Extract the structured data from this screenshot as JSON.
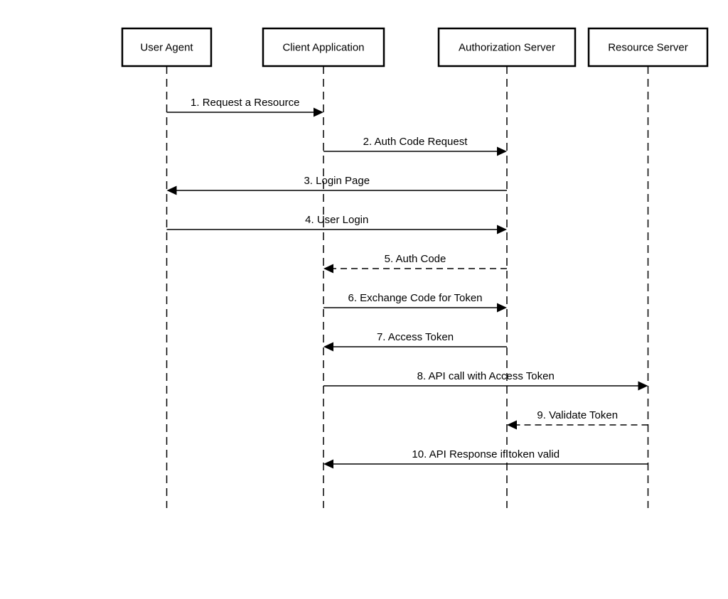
{
  "actors": [
    {
      "id": "user-agent",
      "label": "User Agent"
    },
    {
      "id": "client-application",
      "label": "Client Application"
    },
    {
      "id": "authorization-server",
      "label": "Authorization Server"
    },
    {
      "id": "resource-server",
      "label": "Resource Server"
    }
  ],
  "messages": [
    {
      "from": 0,
      "to": 1,
      "label": "1. Request a Resource",
      "style": "solid"
    },
    {
      "from": 1,
      "to": 2,
      "label": "2. Auth Code Request",
      "style": "solid"
    },
    {
      "from": 2,
      "to": 0,
      "label": "3. Login Page",
      "style": "solid"
    },
    {
      "from": 0,
      "to": 2,
      "label": "4. User Login",
      "style": "solid"
    },
    {
      "from": 2,
      "to": 1,
      "label": "5. Auth Code",
      "style": "dashed"
    },
    {
      "from": 1,
      "to": 2,
      "label": "6. Exchange Code for Token",
      "style": "solid"
    },
    {
      "from": 2,
      "to": 1,
      "label": "7. Access Token",
      "style": "solid"
    },
    {
      "from": 1,
      "to": 3,
      "label": "8. API call with Access Token",
      "style": "solid"
    },
    {
      "from": 3,
      "to": 2,
      "label": "9. Validate Token",
      "style": "dashed"
    },
    {
      "from": 3,
      "to": 1,
      "label": "10. API Response if token valid",
      "style": "solid"
    }
  ]
}
